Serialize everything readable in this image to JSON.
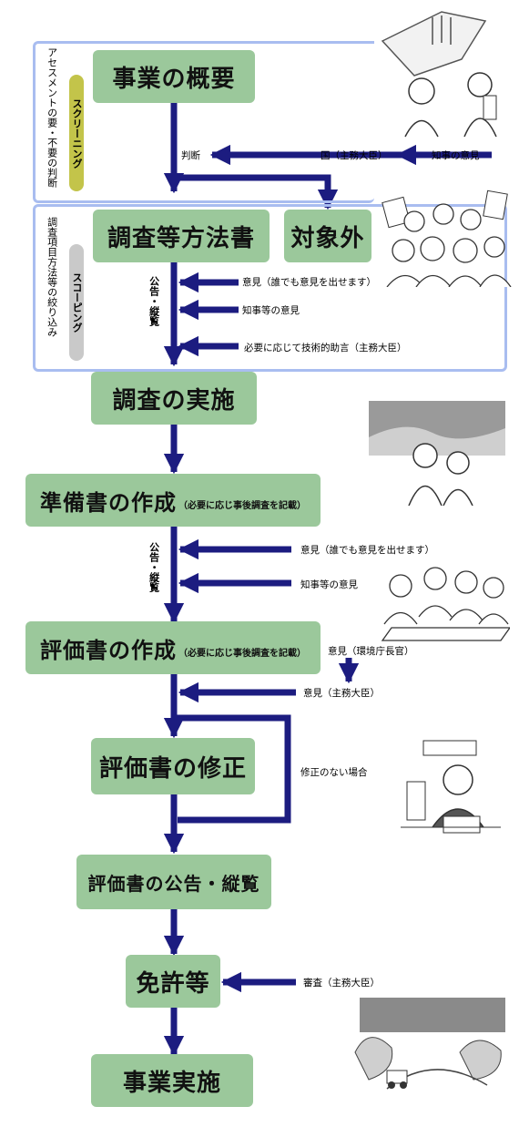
{
  "frame1": {
    "side_label": "アセスメントの要・不要の判断",
    "pill_label": "スクリーニング",
    "box_main": "事業の概要",
    "judgement": "判断",
    "country": "国（主務大臣）",
    "governor_opinion": "知事の意見",
    "excluded": "対象外"
  },
  "frame2": {
    "side_label": "調査項目方法等の絞り込み",
    "pill_label": "スコーピング",
    "box_main": "調査等方法書",
    "public_notice": "公告・縦覧",
    "opinion_anyone": "意見（誰でも意見を出せます）",
    "governor_opinions": "知事等の意見",
    "tech_advice": "必要に応じて技術的助言（主務大臣）"
  },
  "steps": {
    "survey": "調査の実施",
    "prep_main": "準備書の作成",
    "prep_sub": "（必要に応じ事後調査を記載）",
    "prep_notice": "公告・縦覧",
    "prep_opinion_anyone": "意見（誰でも意見を出せます）",
    "prep_governor": "知事等の意見",
    "eval_main": "評価書の作成",
    "eval_sub": "（必要に応じ事後調査を記載）",
    "env_agency": "意見（環境庁長官）",
    "minister_opinion": "意見（主務大臣）",
    "revise": "評価書の修正",
    "no_revision": "修正のない場合",
    "publish": "評価書の公告・縦覧",
    "license": "免許等",
    "review": "審査（主務大臣）",
    "execute": "事業実施"
  },
  "colors": {
    "box": "#9bc89b",
    "frame": "#a9bdf0",
    "arrow": "#1c1c80",
    "pill1": "#c3c44a",
    "pill2": "#c9c9c9"
  }
}
